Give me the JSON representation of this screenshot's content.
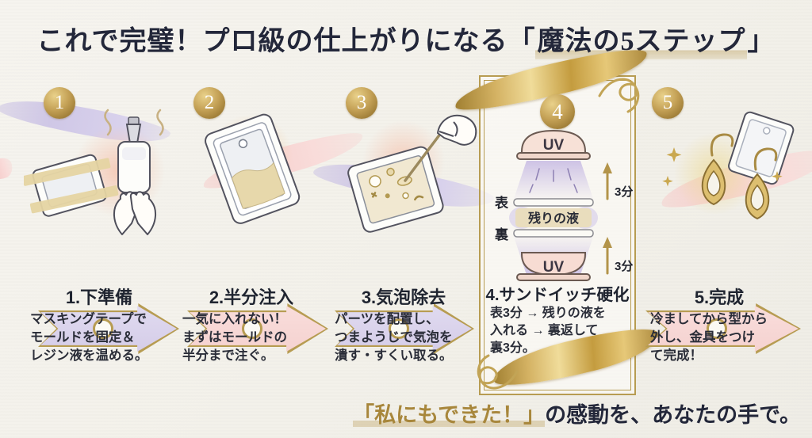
{
  "title": {
    "prefix": "これで完璧！プロ級の仕上がりになる「",
    "highlight": "魔法の5ステップ",
    "suffix": "」"
  },
  "steps": [
    {
      "number": "1",
      "heading": "1.下準備",
      "lines": [
        "マスキングテープで",
        "モールドを固定＆",
        "レジン液を温める。"
      ]
    },
    {
      "number": "2",
      "heading": "2.半分注入",
      "lines": [
        "一気に入れない！",
        "まずはモールドの",
        "半分まで注ぐ。"
      ]
    },
    {
      "number": "3",
      "heading": "3.気泡除去",
      "lines": [
        "パーツを配置し、",
        "つまようじで気泡を",
        "潰す・すくい取る。"
      ]
    },
    {
      "number": "4",
      "heading": "4.サンドイッチ硬化",
      "lines": [
        "表3分 → 残りの液を",
        "入れる → 裏返して",
        "裏3分。"
      ]
    },
    {
      "number": "5",
      "heading": "5.完成",
      "lines": [
        "冷ましてから型から",
        "外し、金具をつけ",
        "て完成！"
      ]
    }
  ],
  "uv_diagram": {
    "lamp_top_label": "UV",
    "lamp_bottom_label": "UV",
    "front_label": "表",
    "back_label": "裏",
    "middle_label": "残りの液",
    "duration_top": "3分",
    "duration_bottom": "3分"
  },
  "footer": {
    "highlight": "「私にもできた！」",
    "rest": "の感動を、あなたの手で。"
  },
  "icons": {
    "step_badge": "gold-numbered-circle",
    "arrow": "right-chevron-arrow-with-ring",
    "uv_lamp": "uv-lamp-dome",
    "duration_arrow": "gold-up-arrow",
    "sparkle": "four-point-star",
    "decor": "gold-brush-stroke-and-ribbon"
  },
  "colors": {
    "background": "#f4f2ed",
    "title_navy": "#23273a",
    "gold": "#b79c52",
    "lavender_arrow": "#d5cde8",
    "pink_arrow": "#f5d2d0",
    "beige_band": "#e9ddbd",
    "footer_gold": "#a8873c"
  }
}
